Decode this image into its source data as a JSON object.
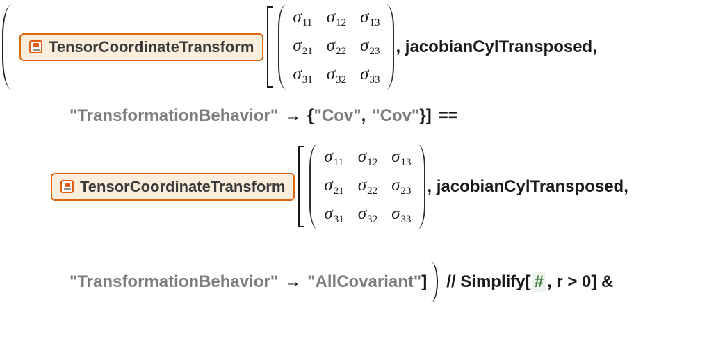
{
  "colors": {
    "background": "#ffffff",
    "code_text": "#1a1a1a",
    "string_text": "#7d7d7d",
    "badge_border": "#dc660f",
    "badge_background": "#fbeedd",
    "badge_icon_orange": "#e05c12",
    "slot_green": "#3c7d3c"
  },
  "badge": {
    "label": "TensorCoordinateTransform",
    "icon": "resource-function-icon"
  },
  "matrix": {
    "cells": [
      {
        "b": "σ",
        "s": "11"
      },
      {
        "b": "σ",
        "s": "12"
      },
      {
        "b": "σ",
        "s": "13"
      },
      {
        "b": "σ",
        "s": "21"
      },
      {
        "b": "σ",
        "s": "22"
      },
      {
        "b": "σ",
        "s": "23"
      },
      {
        "b": "σ",
        "s": "31"
      },
      {
        "b": "σ",
        "s": "32"
      },
      {
        "b": "σ",
        "s": "33"
      }
    ]
  },
  "tokens": {
    "line1": {
      "open_paren": "(",
      "open_bracket": "[",
      "args_tail": ", jacobianCylTransposed,"
    },
    "line2": {
      "option_name": "\"TransformationBehavior\"",
      "arrow": "→",
      "open_brace": "{",
      "value1": "\"Cov\"",
      "separator": ",",
      "value2": "\"Cov\"",
      "close_brace": "}",
      "close_bracket": "]",
      "equality": "=="
    },
    "line3": {
      "open_bracket": "[",
      "args_tail": ", jacobianCylTransposed,"
    },
    "line4": {
      "option_name": "\"TransformationBehavior\"",
      "arrow": "→",
      "value": "\"AllCovariant\"",
      "close_bracket": "]",
      "close_paren": ")",
      "postfix_head": "// Simplify[",
      "slot": "#",
      "postfix_tail": ", r > 0] &"
    }
  }
}
